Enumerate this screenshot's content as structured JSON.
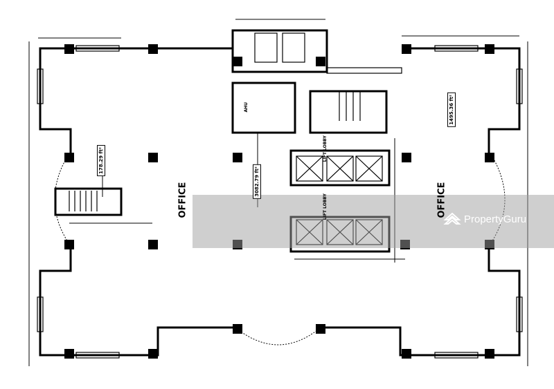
{
  "floorplan": {
    "rooms": [
      {
        "label": "OFFICE",
        "side": "left"
      },
      {
        "label": "OFFICE",
        "side": "right"
      }
    ],
    "area_tags": {
      "stair_area": "178.29 ft²",
      "right_office_area": "1495.36 ft²",
      "center_area": "3082.79 ft²"
    },
    "small_labels": {
      "ahu": "AHU",
      "lift_lobby_upper": "LIFT LOBBY",
      "lift_lobby_lower": "LIFT LOBBY"
    }
  },
  "watermark": {
    "text": "PropertyGuru",
    "band_color": "#a0a0a0"
  }
}
